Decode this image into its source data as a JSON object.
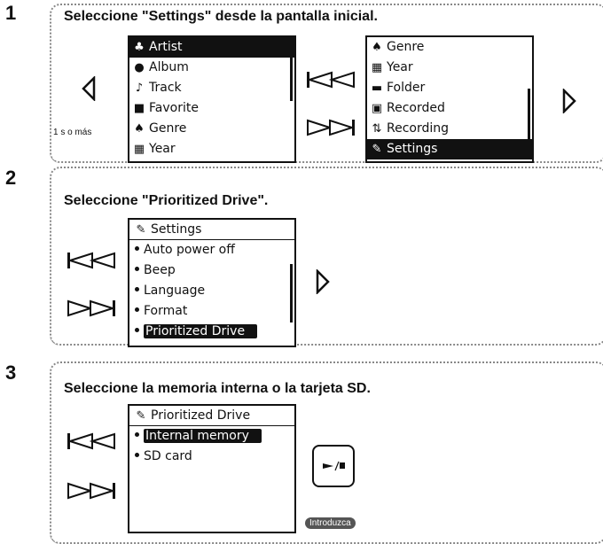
{
  "steps": [
    {
      "number": "1",
      "title": "Seleccione \"Settings\" desde la pantalla inicial.",
      "hold_note": "1 s o más"
    },
    {
      "number": "2",
      "title": "Seleccione \"Prioritized Drive\"."
    },
    {
      "number": "3",
      "title": "Seleccione la memoria interna o la tarjeta SD.",
      "enter_label": "Introduzca"
    }
  ],
  "screen1a": {
    "items": [
      "Artist",
      "Album",
      "Track",
      "Favorite",
      "Genre",
      "Year"
    ]
  },
  "screen1b": {
    "items": [
      "Genre",
      "Year",
      "Folder",
      "Recorded",
      "Recording",
      "Settings"
    ]
  },
  "screen2": {
    "header": "Settings",
    "items": [
      "Auto power off",
      "Beep",
      "Language",
      "Format",
      "Prioritized Drive"
    ]
  },
  "screen3": {
    "header": "Prioritized Drive",
    "items": [
      "Internal memory",
      "SD card"
    ]
  },
  "icons": {
    "artist": "artist-icon",
    "album": "album-icon",
    "track": "note-icon",
    "favorite": "favorite-icon",
    "genre": "guitar-icon",
    "year": "calendar-icon",
    "folder": "folder-icon",
    "recorded": "rec-icon",
    "recording": "mic-icon",
    "settings": "wrench-icon"
  }
}
